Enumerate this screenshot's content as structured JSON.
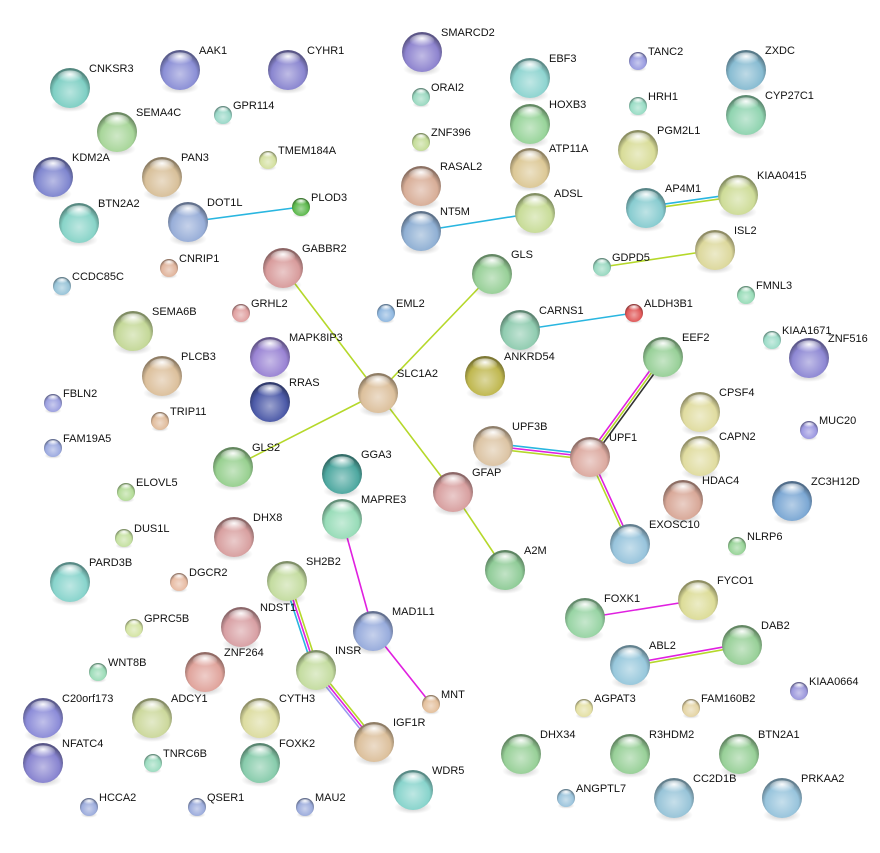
{
  "title": "Protein interaction network",
  "nodes": [
    {
      "label": "CNKSR3",
      "color": "#7fcfc4"
    },
    {
      "label": "AAK1",
      "color": "#8b8fd6"
    },
    {
      "label": "CYHR1",
      "color": "#8a86d0"
    },
    {
      "label": "SMARCD2",
      "color": "#8e84cf"
    },
    {
      "label": "EBF3",
      "color": "#8ed4d0"
    },
    {
      "label": "TANC2",
      "color": "#9a9ce0"
    },
    {
      "label": "ZXDC",
      "color": "#88bcd2"
    },
    {
      "label": "GPR114",
      "color": "#9ad8c8"
    },
    {
      "label": "SEMA4C",
      "color": "#a8d69a"
    },
    {
      "label": "ORAI2",
      "color": "#9ad8c0"
    },
    {
      "label": "HOXB3",
      "color": "#98d49a"
    },
    {
      "label": "HRH1",
      "color": "#98dcc4"
    },
    {
      "label": "CYP27C1",
      "color": "#90d4b0"
    },
    {
      "label": "KDM2A",
      "color": "#7f86cf"
    },
    {
      "label": "PAN3",
      "color": "#d8c09a"
    },
    {
      "label": "TMEM184A",
      "color": "#d4e0a0"
    },
    {
      "label": "ZNF396",
      "color": "#c4dc98"
    },
    {
      "label": "ATP11A",
      "color": "#dcc896"
    },
    {
      "label": "PGM2L1",
      "color": "#d8dc98"
    },
    {
      "label": "RASAL2",
      "color": "#d8ae98"
    },
    {
      "label": "BTN2A2",
      "color": "#88d4c8"
    },
    {
      "label": "DOT1L",
      "color": "#98aed8"
    },
    {
      "label": "PLOD3",
      "color": "#5cb84c"
    },
    {
      "label": "NT5M",
      "color": "#90b0d4"
    },
    {
      "label": "ADSL",
      "color": "#c8dc98"
    },
    {
      "label": "AP4M1",
      "color": "#88ccd0"
    },
    {
      "label": "KIAA0415",
      "color": "#cedc98"
    },
    {
      "label": "CNRIP1",
      "color": "#e0b49c"
    },
    {
      "label": "GABBR2",
      "color": "#d89c9c"
    },
    {
      "label": "GLS",
      "color": "#98d098"
    },
    {
      "label": "GDPD5",
      "color": "#98d8c0"
    },
    {
      "label": "ISL2",
      "color": "#dcd89c"
    },
    {
      "label": "CCDC85C",
      "color": "#98c4d8"
    },
    {
      "label": "FMNL3",
      "color": "#98dcb8"
    },
    {
      "label": "GRHL2",
      "color": "#e0a0a0"
    },
    {
      "label": "EML2",
      "color": "#90b8e0"
    },
    {
      "label": "SEMA6B",
      "color": "#c4d898"
    },
    {
      "label": "CARNS1",
      "color": "#90ccb0"
    },
    {
      "label": "ALDH3B1",
      "color": "#e05858"
    },
    {
      "label": "KIAA1671",
      "color": "#9cdcc8"
    },
    {
      "label": "MAPK8IP3",
      "color": "#9a84d4"
    },
    {
      "label": "EEF2",
      "color": "#98d098"
    },
    {
      "label": "ZNF516",
      "color": "#8e88d4"
    },
    {
      "label": "PLCB3",
      "color": "#dcc09c"
    },
    {
      "label": "SLC1A2",
      "color": "#dcc09c"
    },
    {
      "label": "ANKRD54",
      "color": "#c0b850"
    },
    {
      "label": "CPSF4",
      "color": "#e0dca0"
    },
    {
      "label": "FBLN2",
      "color": "#9ca0e0"
    },
    {
      "label": "RRAS",
      "color": "#4c5aa8"
    },
    {
      "label": "MUC20",
      "color": "#9c98e0"
    },
    {
      "label": "TRIP11",
      "color": "#e0bc9c"
    },
    {
      "label": "FAM19A5",
      "color": "#9caae0"
    },
    {
      "label": "UPF3B",
      "color": "#dcc4a4"
    },
    {
      "label": "UPF1",
      "color": "#dcaaa0"
    },
    {
      "label": "CAPN2",
      "color": "#e0dca0"
    },
    {
      "label": "GLS2",
      "color": "#98d090"
    },
    {
      "label": "GFAP",
      "color": "#d8a0a0"
    },
    {
      "label": "GGA3",
      "color": "#4ea8a0"
    },
    {
      "label": "HDAC4",
      "color": "#d8a898"
    },
    {
      "label": "ZC3H12D",
      "color": "#7ca8d4"
    },
    {
      "label": "ELOVL5",
      "color": "#b4dc98"
    },
    {
      "label": "MAPRE3",
      "color": "#98dcb8"
    },
    {
      "label": "DHX8",
      "color": "#d8a0a0"
    },
    {
      "label": "EXOSC10",
      "color": "#98c4dc"
    },
    {
      "label": "A2M",
      "color": "#90cc98"
    },
    {
      "label": "NLRP6",
      "color": "#98d498"
    },
    {
      "label": "DUS1L",
      "color": "#c4e0a0"
    },
    {
      "label": "PARD3B",
      "color": "#88d4cc"
    },
    {
      "label": "SH2B2",
      "color": "#c4dca0"
    },
    {
      "label": "DGCR2",
      "color": "#e8bca4"
    },
    {
      "label": "FYCO1",
      "color": "#dcdc98"
    },
    {
      "label": "FOXK1",
      "color": "#98d4a4"
    },
    {
      "label": "MAD1L1",
      "color": "#98acdc"
    },
    {
      "label": "NDST1",
      "color": "#d8a0a4"
    },
    {
      "label": "DAB2",
      "color": "#98d098"
    },
    {
      "label": "GPRC5B",
      "color": "#d4e4a4"
    },
    {
      "label": "INSR",
      "color": "#c4dca0"
    },
    {
      "label": "ZNF264",
      "color": "#e0a49c"
    },
    {
      "label": "ABL2",
      "color": "#98c8dc"
    },
    {
      "label": "WNT8B",
      "color": "#9cdcb8"
    },
    {
      "label": "KIAA0664",
      "color": "#9c98dc"
    },
    {
      "label": "MNT",
      "color": "#e4c09c"
    },
    {
      "label": "AGPAT3",
      "color": "#e4e0a4"
    },
    {
      "label": "FAM160B2",
      "color": "#e4d4a4"
    },
    {
      "label": "C20orf173",
      "color": "#8c8cd8"
    },
    {
      "label": "ADCY1",
      "color": "#ccd89c"
    },
    {
      "label": "CYTH3",
      "color": "#dcdca0"
    },
    {
      "label": "IGF1R",
      "color": "#dcc09c"
    },
    {
      "label": "DHX34",
      "color": "#98d098"
    },
    {
      "label": "R3HDM2",
      "color": "#98d098"
    },
    {
      "label": "BTN2A1",
      "color": "#98d098"
    },
    {
      "label": "NFATC4",
      "color": "#8884d0"
    },
    {
      "label": "TNRC6B",
      "color": "#9cdcc0"
    },
    {
      "label": "FOXK2",
      "color": "#88ccac"
    },
    {
      "label": "WDR5",
      "color": "#88d4cc"
    },
    {
      "label": "ANGPTL7",
      "color": "#9cc4dc"
    },
    {
      "label": "CC2D1B",
      "color": "#98c4d8"
    },
    {
      "label": "PRKAA2",
      "color": "#98c4dc"
    },
    {
      "label": "HCCA2",
      "color": "#9cacdc"
    },
    {
      "label": "QSER1",
      "color": "#9cacdc"
    },
    {
      "label": "MAU2",
      "color": "#9cacdc"
    }
  ],
  "edges": [
    {
      "from": "DOT1L",
      "to": "PLOD3",
      "colors": [
        "#29b6e0"
      ]
    },
    {
      "from": "NT5M",
      "to": "ADSL",
      "colors": [
        "#29b6e0"
      ]
    },
    {
      "from": "AP4M1",
      "to": "KIAA0415",
      "colors": [
        "#29b6e0",
        "#b5d82a"
      ]
    },
    {
      "from": "GDPD5",
      "to": "ISL2",
      "colors": [
        "#b5d82a"
      ]
    },
    {
      "from": "CARNS1",
      "to": "ALDH3B1",
      "colors": [
        "#29b6e0"
      ]
    },
    {
      "from": "GABBR2",
      "to": "SLC1A2",
      "colors": [
        "#b5d82a"
      ]
    },
    {
      "from": "GLS",
      "to": "SLC1A2",
      "colors": [
        "#b5d82a"
      ]
    },
    {
      "from": "SLC1A2",
      "to": "GLS2",
      "colors": [
        "#b5d82a"
      ]
    },
    {
      "from": "SLC1A2",
      "to": "GFAP",
      "colors": [
        "#b5d82a"
      ]
    },
    {
      "from": "GFAP",
      "to": "A2M",
      "colors": [
        "#b5d82a"
      ]
    },
    {
      "from": "EEF2",
      "to": "UPF1",
      "colors": [
        "#333333",
        "#b5d82a",
        "#e020e0"
      ]
    },
    {
      "from": "UPF3B",
      "to": "UPF1",
      "colors": [
        "#29b6e0",
        "#e020e0",
        "#b5d82a"
      ]
    },
    {
      "from": "UPF1",
      "to": "EXOSC10",
      "colors": [
        "#e020e0",
        "#b5d82a"
      ]
    },
    {
      "from": "MAPRE3",
      "to": "MAD1L1",
      "colors": [
        "#e020e0"
      ]
    },
    {
      "from": "MAD1L1",
      "to": "MNT",
      "colors": [
        "#e020e0"
      ]
    },
    {
      "from": "SH2B2",
      "to": "INSR",
      "colors": [
        "#b5d82a",
        "#e020e0",
        "#29b6e0"
      ]
    },
    {
      "from": "INSR",
      "to": "IGF1R",
      "colors": [
        "#b5d82a",
        "#e020e0",
        "#9a9af0"
      ]
    },
    {
      "from": "FOXK1",
      "to": "FYCO1",
      "colors": [
        "#e020e0"
      ]
    },
    {
      "from": "ABL2",
      "to": "DAB2",
      "colors": [
        "#e020e0",
        "#b5d82a"
      ]
    }
  ]
}
